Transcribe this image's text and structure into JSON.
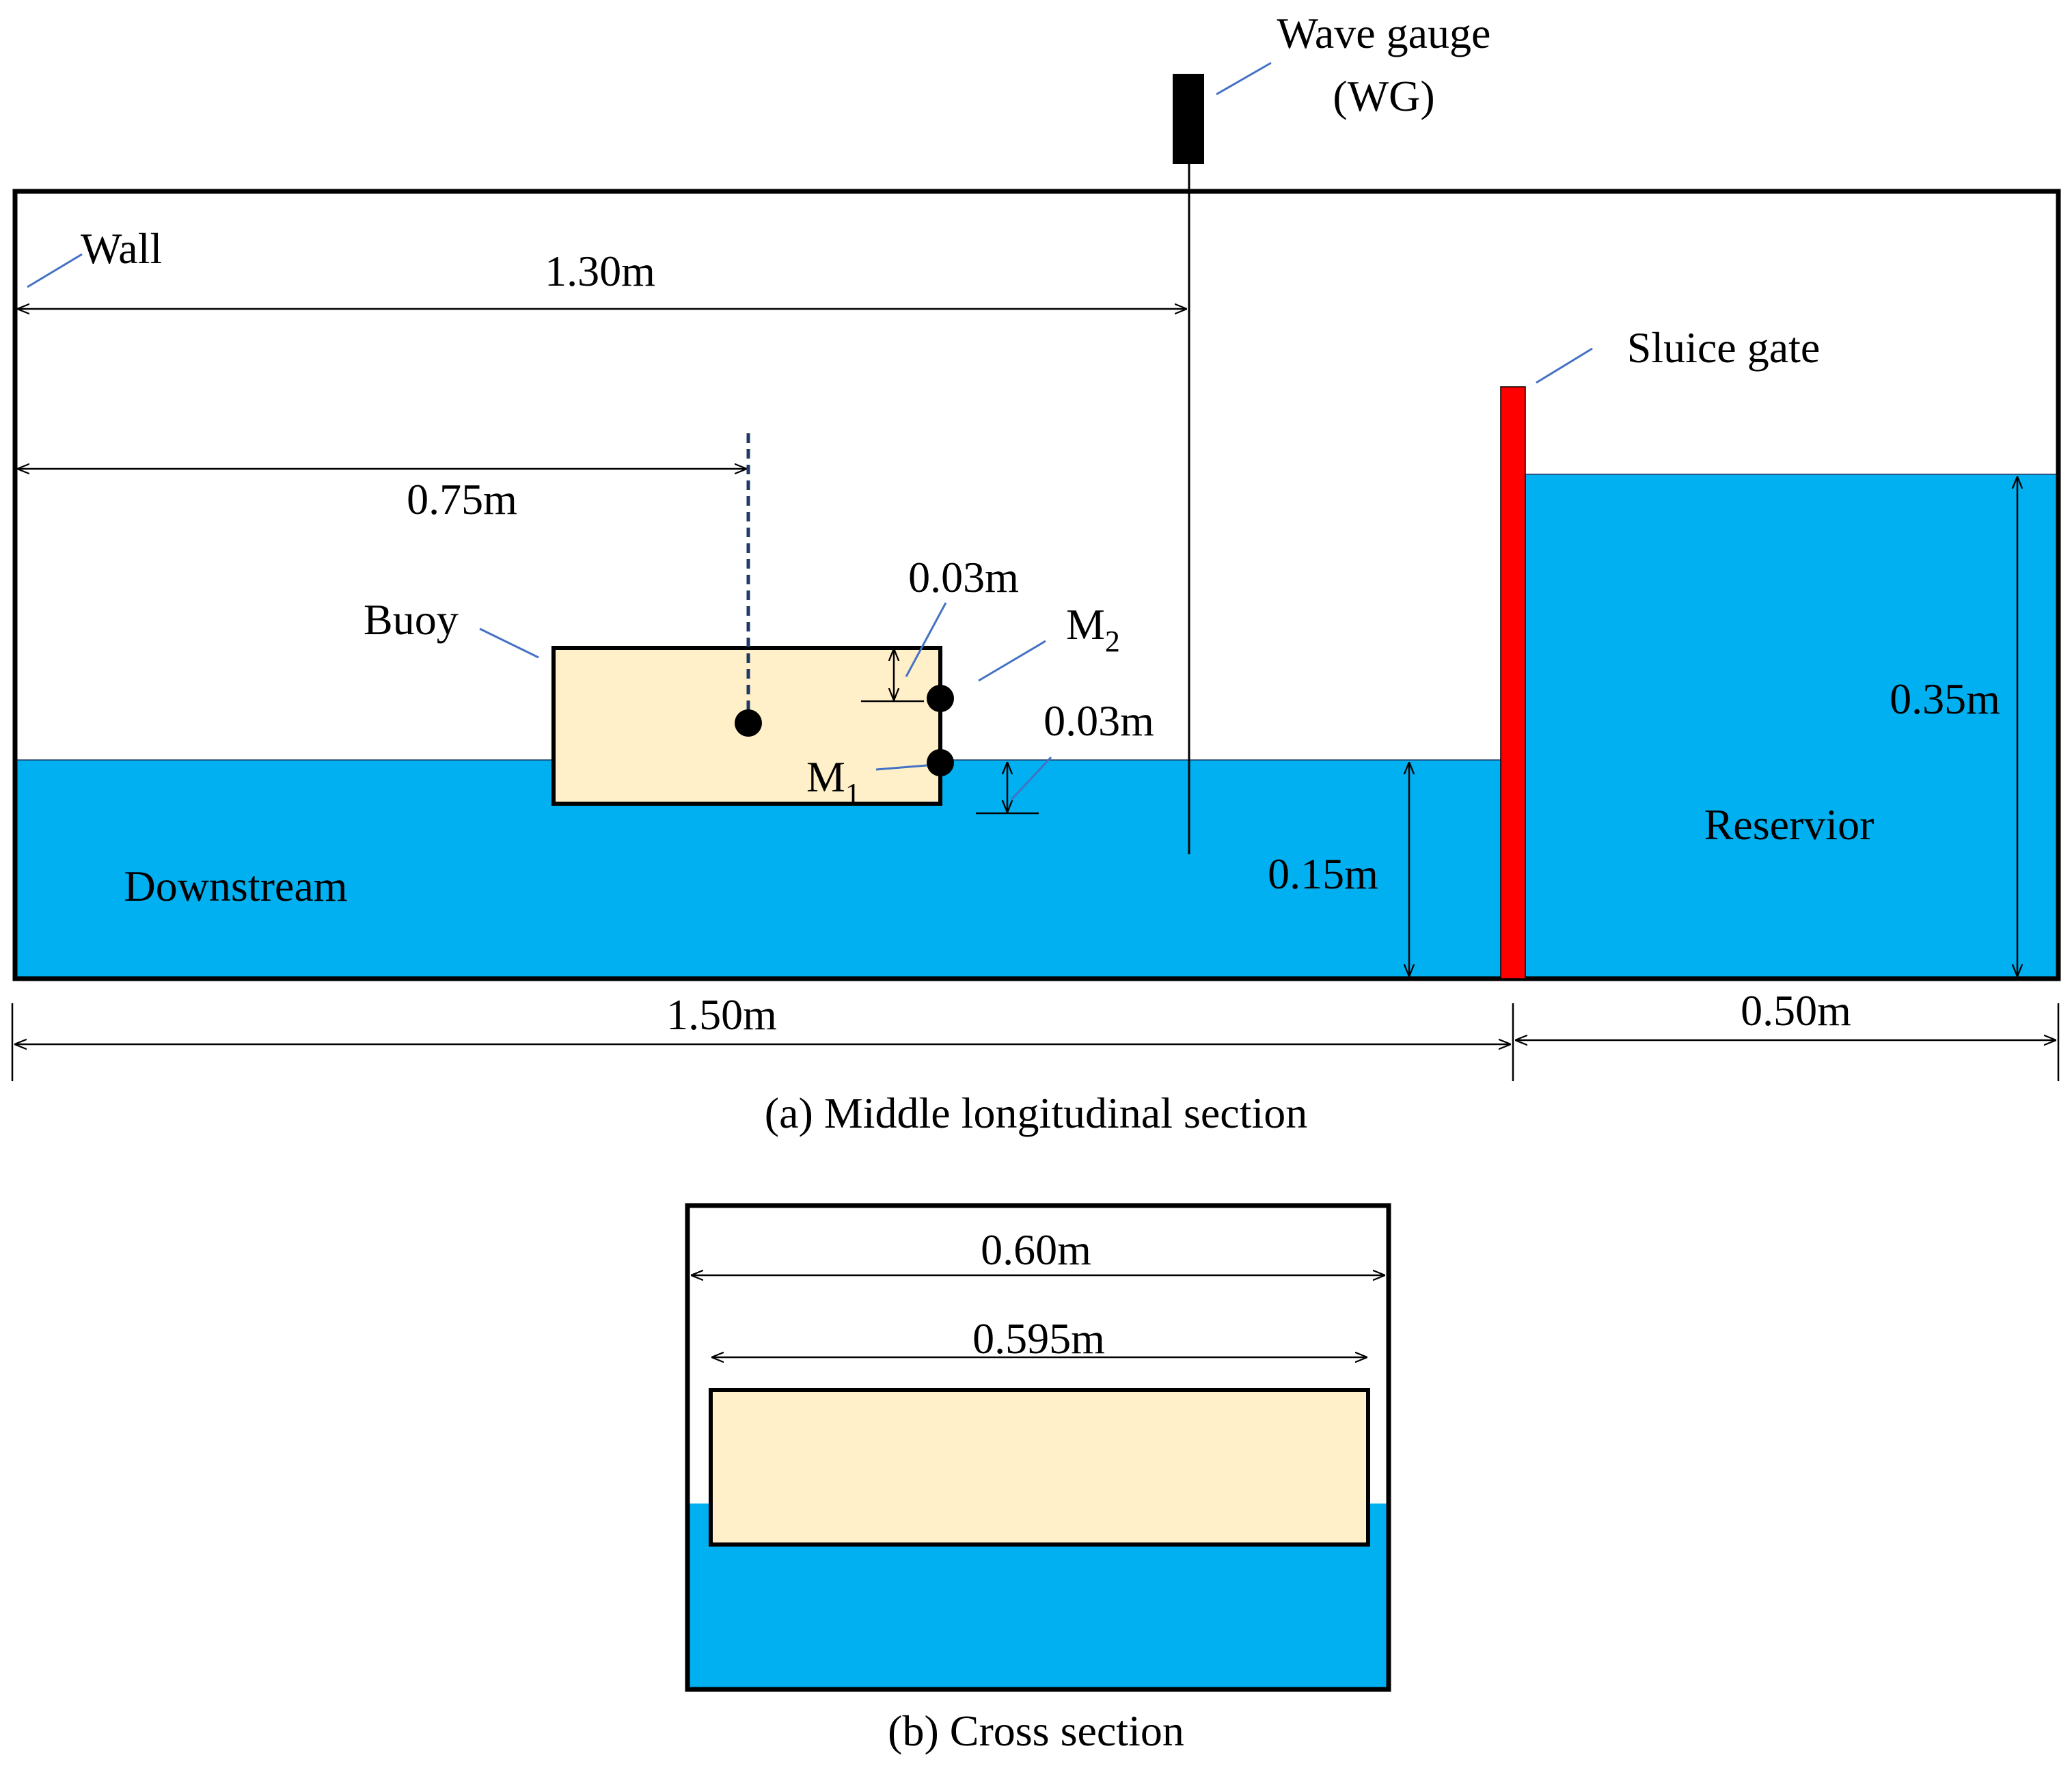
{
  "colors": {
    "water": "#00b0f0",
    "buoy": "#fff0c9",
    "gate": "#ff0000",
    "leader": "#4472c4",
    "outline": "#000000"
  },
  "section_a": {
    "caption": "(a) Middle longitudinal section",
    "wave_gauge_label_line1": "Wave gauge",
    "wave_gauge_label_line2": "(WG)",
    "wall_label": "Wall",
    "sluice_gate_label": "Sluice gate",
    "buoy_label": "Buoy",
    "downstream_label": "Downstream",
    "reservoir_label": "Reservior",
    "probe_m2": {
      "base": "M",
      "sub": "2"
    },
    "probe_m1": {
      "base": "M",
      "sub": "1"
    },
    "dims": {
      "wg_distance": "1.30m",
      "buoy_distance": "0.75m",
      "probe_m2_offset": "0.03m",
      "probe_m1_offset": "0.03m",
      "downstream_depth": "0.15m",
      "reservoir_depth": "0.35m",
      "downstream_length": "1.50m",
      "reservoir_length": "0.50m"
    }
  },
  "section_b": {
    "caption": "(b) Cross section",
    "dims": {
      "tank_width": "0.60m",
      "buoy_width": "0.595m"
    }
  }
}
